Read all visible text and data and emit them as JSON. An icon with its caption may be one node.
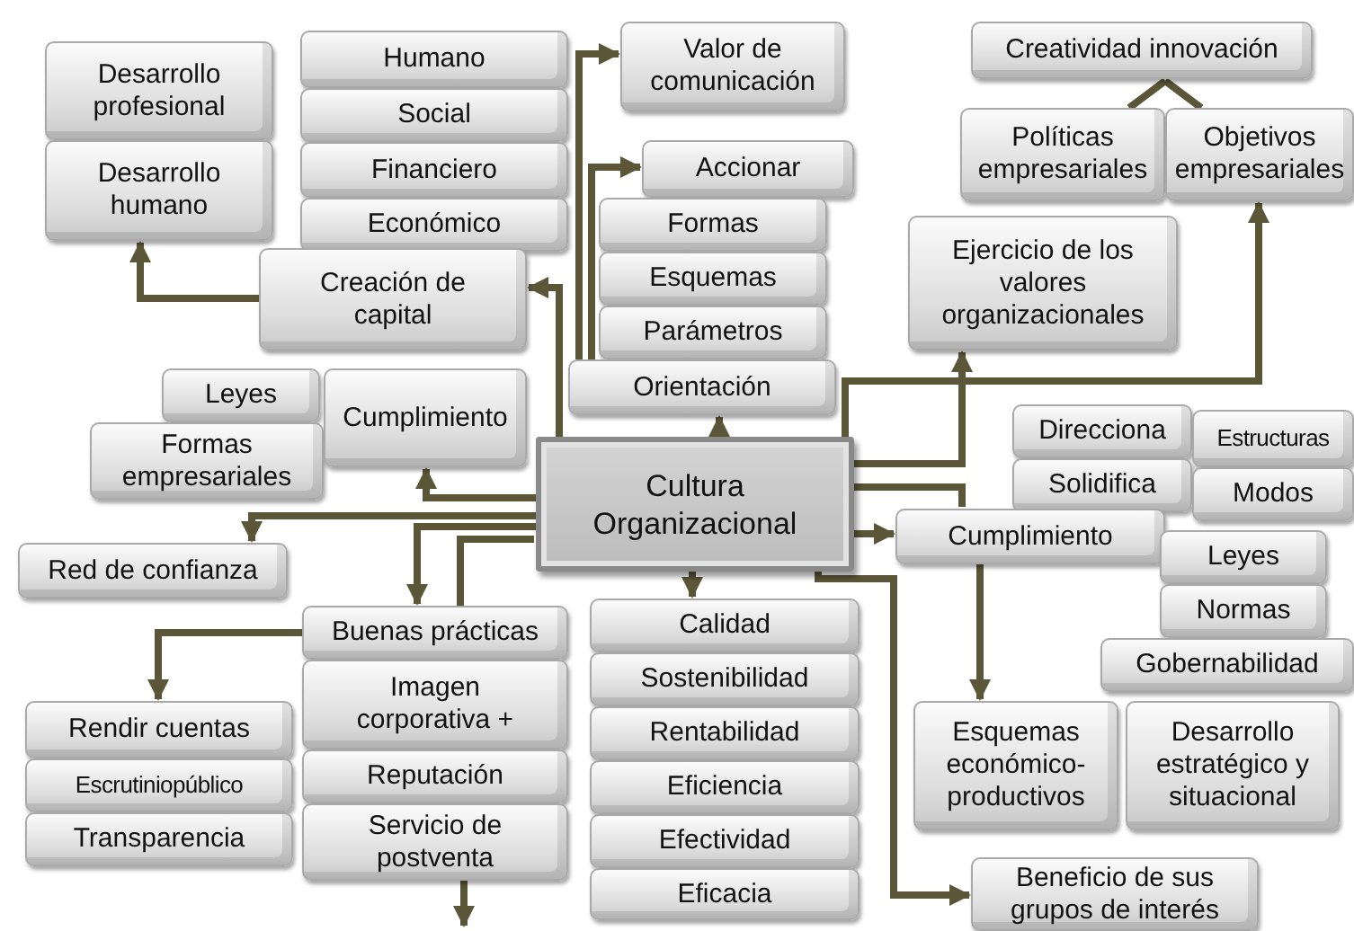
{
  "diagram": {
    "nodes": [
      {
        "text": [
          "Cultura Organizacional"
        ]
      },
      {
        "text": [
          "Desarrollo profesional"
        ]
      },
      {
        "text": [
          "Desarrollo humano"
        ]
      },
      {
        "text": [
          "Humano"
        ]
      },
      {
        "text": [
          "Social"
        ]
      },
      {
        "text": [
          "Financiero"
        ]
      },
      {
        "text": [
          "Económico"
        ]
      },
      {
        "text": [
          "Creación de capital"
        ]
      },
      {
        "text": [
          "Valor de comunicación"
        ]
      },
      {
        "text": [
          "Accionar"
        ]
      },
      {
        "text": [
          "Formas"
        ]
      },
      {
        "text": [
          "Esquemas"
        ]
      },
      {
        "text": [
          "Parámetros"
        ]
      },
      {
        "text": [
          "Orientación"
        ]
      },
      {
        "text": [
          "Creatividad innovación"
        ]
      },
      {
        "text": [
          "Políticas empresariales"
        ]
      },
      {
        "text": [
          "Objetivos empresariales"
        ]
      },
      {
        "text": [
          "Ejercicio de los valores organizacionales"
        ]
      },
      {
        "text": [
          "Leyes"
        ]
      },
      {
        "text": [
          "Formas empresariales"
        ]
      },
      {
        "text": [
          "Cumplimiento"
        ]
      },
      {
        "text": [
          "Red de confianza"
        ]
      },
      {
        "text": [
          "Buenas prácticas"
        ]
      },
      {
        "text": [
          "Imagen corporativa +"
        ]
      },
      {
        "text": [
          "Reputación"
        ]
      },
      {
        "text": [
          "Servicio de postventa"
        ]
      },
      {
        "text": [
          "Rendir cuentas"
        ]
      },
      {
        "text": [
          "Escrutiniopúblico"
        ]
      },
      {
        "text": [
          "Transparencia"
        ]
      },
      {
        "text": [
          "Calidad"
        ]
      },
      {
        "text": [
          "Sostenibilidad"
        ]
      },
      {
        "text": [
          "Rentabilidad"
        ]
      },
      {
        "text": [
          "Eficiencia"
        ]
      },
      {
        "text": [
          "Efectividad"
        ]
      },
      {
        "text": [
          "Eficacia"
        ]
      },
      {
        "text": [
          "Direcciona"
        ]
      },
      {
        "text": [
          "Solidifica"
        ]
      },
      {
        "text": [
          "Estructuras"
        ]
      },
      {
        "text": [
          "Modos"
        ]
      },
      {
        "text": [
          "Cumplimiento"
        ]
      },
      {
        "text": [
          "Leyes"
        ]
      },
      {
        "text": [
          "Normas"
        ]
      },
      {
        "text": [
          "Gobernabilidad"
        ]
      },
      {
        "text": [
          "Esquemas económico-productivos"
        ]
      },
      {
        "text": [
          "Desarrollo estratégico y situacional"
        ]
      },
      {
        "text": [
          "Beneficio de sus grupos de interés"
        ]
      }
    ],
    "edges": [
      {
        "from": 0,
        "to": 7,
        "arrow": "to"
      },
      {
        "from": 7,
        "to": 2,
        "arrow": "to"
      },
      {
        "from": 13,
        "to": 8,
        "arrow": "to"
      },
      {
        "from": 13,
        "to": 9,
        "arrow": "to"
      },
      {
        "from": 0,
        "to": 13,
        "arrow": "to"
      },
      {
        "from": 15,
        "to": 14,
        "arrow": "none"
      },
      {
        "from": 16,
        "to": 14,
        "arrow": "none"
      },
      {
        "from": 0,
        "to": 17,
        "arrow": "to"
      },
      {
        "from": 0,
        "to": 16,
        "arrow": "to"
      },
      {
        "from": 0,
        "to": 39,
        "arrow": "to"
      },
      {
        "from": 39,
        "to": 43,
        "arrow": "to"
      },
      {
        "from": 0,
        "to": 45,
        "arrow": "to"
      },
      {
        "from": 0,
        "to": 29,
        "arrow": "to"
      },
      {
        "from": 0,
        "to": 20,
        "arrow": "to"
      },
      {
        "from": 0,
        "to": 21,
        "arrow": "to"
      },
      {
        "from": 0,
        "to": 22,
        "arrow": "to"
      },
      {
        "from": 22,
        "to": 0,
        "arrow": "none"
      },
      {
        "from": 22,
        "to": 26,
        "arrow": "to"
      },
      {
        "from": 25,
        "to": null,
        "arrow": "to"
      },
      {
        "from": 0,
        "to": 39,
        "arrow": "none"
      }
    ]
  }
}
